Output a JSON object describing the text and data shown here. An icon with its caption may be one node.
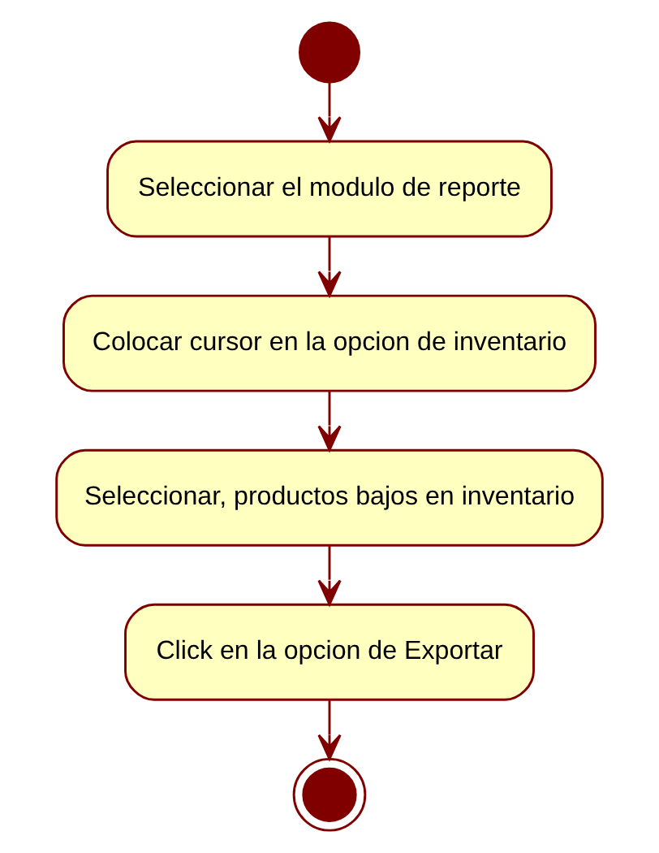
{
  "diagram": {
    "nodes": [
      {
        "text": [],
        "shape": "circle"
      },
      {
        "text": [
          "Seleccionar el modulo de reporte"
        ]
      },
      {
        "text": [
          "Colocar cursor en la opcion de inventario"
        ]
      },
      {
        "text": [
          "Seleccionar, productos bajos en inventario"
        ]
      },
      {
        "text": [
          "Click en la opcion de Exportar"
        ]
      },
      {
        "text": [],
        "shape": "circle"
      }
    ],
    "edges": [
      {
        "from": 0,
        "to": 1,
        "arrow": "to"
      },
      {
        "from": 1,
        "to": 2,
        "arrow": "to"
      },
      {
        "from": 2,
        "to": 3,
        "arrow": "to"
      },
      {
        "from": 3,
        "to": 4,
        "arrow": "to"
      },
      {
        "from": 4,
        "to": 5,
        "arrow": "to"
      }
    ]
  }
}
